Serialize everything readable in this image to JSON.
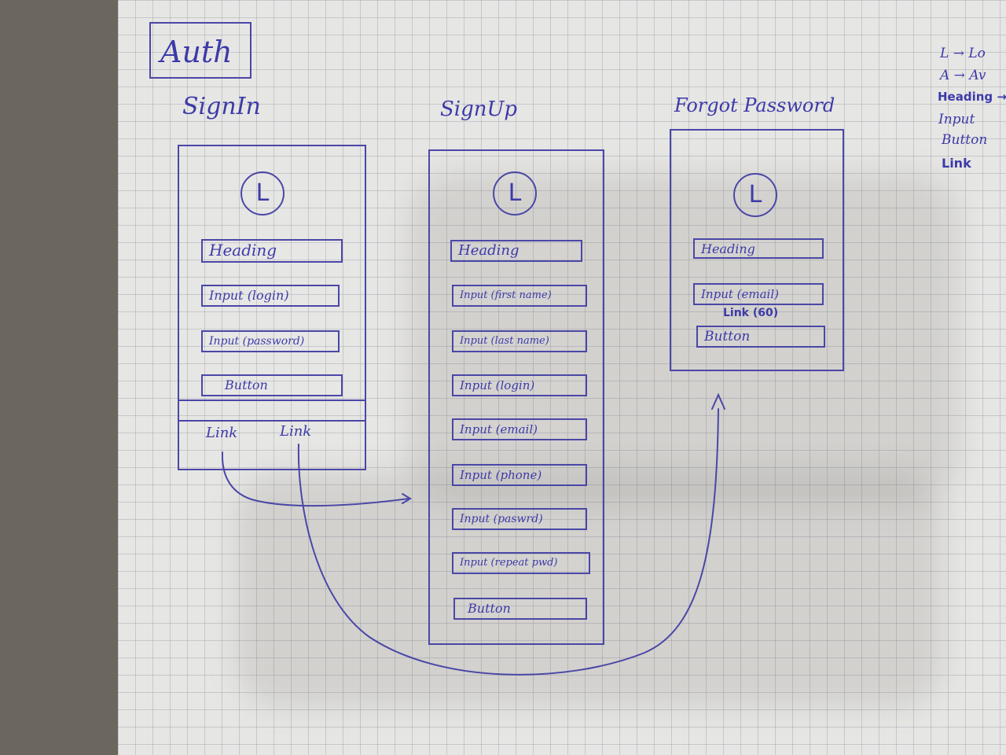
{
  "title": "Auth",
  "legend": {
    "items": [
      "L → Lo",
      "A → Av",
      "Heading →",
      "Input",
      "Button",
      "Link"
    ]
  },
  "screens": {
    "signin": {
      "title": "SignIn",
      "logo": "L",
      "heading": "Heading",
      "input_login": "Input (login)",
      "input_password": "Input (password)",
      "button": "Button",
      "link1": "Link",
      "link2": "Link"
    },
    "signup": {
      "title": "SignUp",
      "logo": "L",
      "heading": "Heading",
      "input_first_name": "Input (first name)",
      "input_last_name": "Input (last name)",
      "input_login": "Input (login)",
      "input_email": "Input (email)",
      "input_phone": "Input (phone)",
      "input_password": "Input (paswrd)",
      "input_repeat_password": "Input (repeat pwd)",
      "button": "Button"
    },
    "forgot": {
      "title": "Forgot Password",
      "logo": "L",
      "heading": "Heading",
      "input_email": "Input (email)",
      "link": "Link (60)",
      "button": "Button"
    }
  },
  "colors": {
    "ink": "#3d3aa8",
    "paper": "#e6e6e4"
  }
}
